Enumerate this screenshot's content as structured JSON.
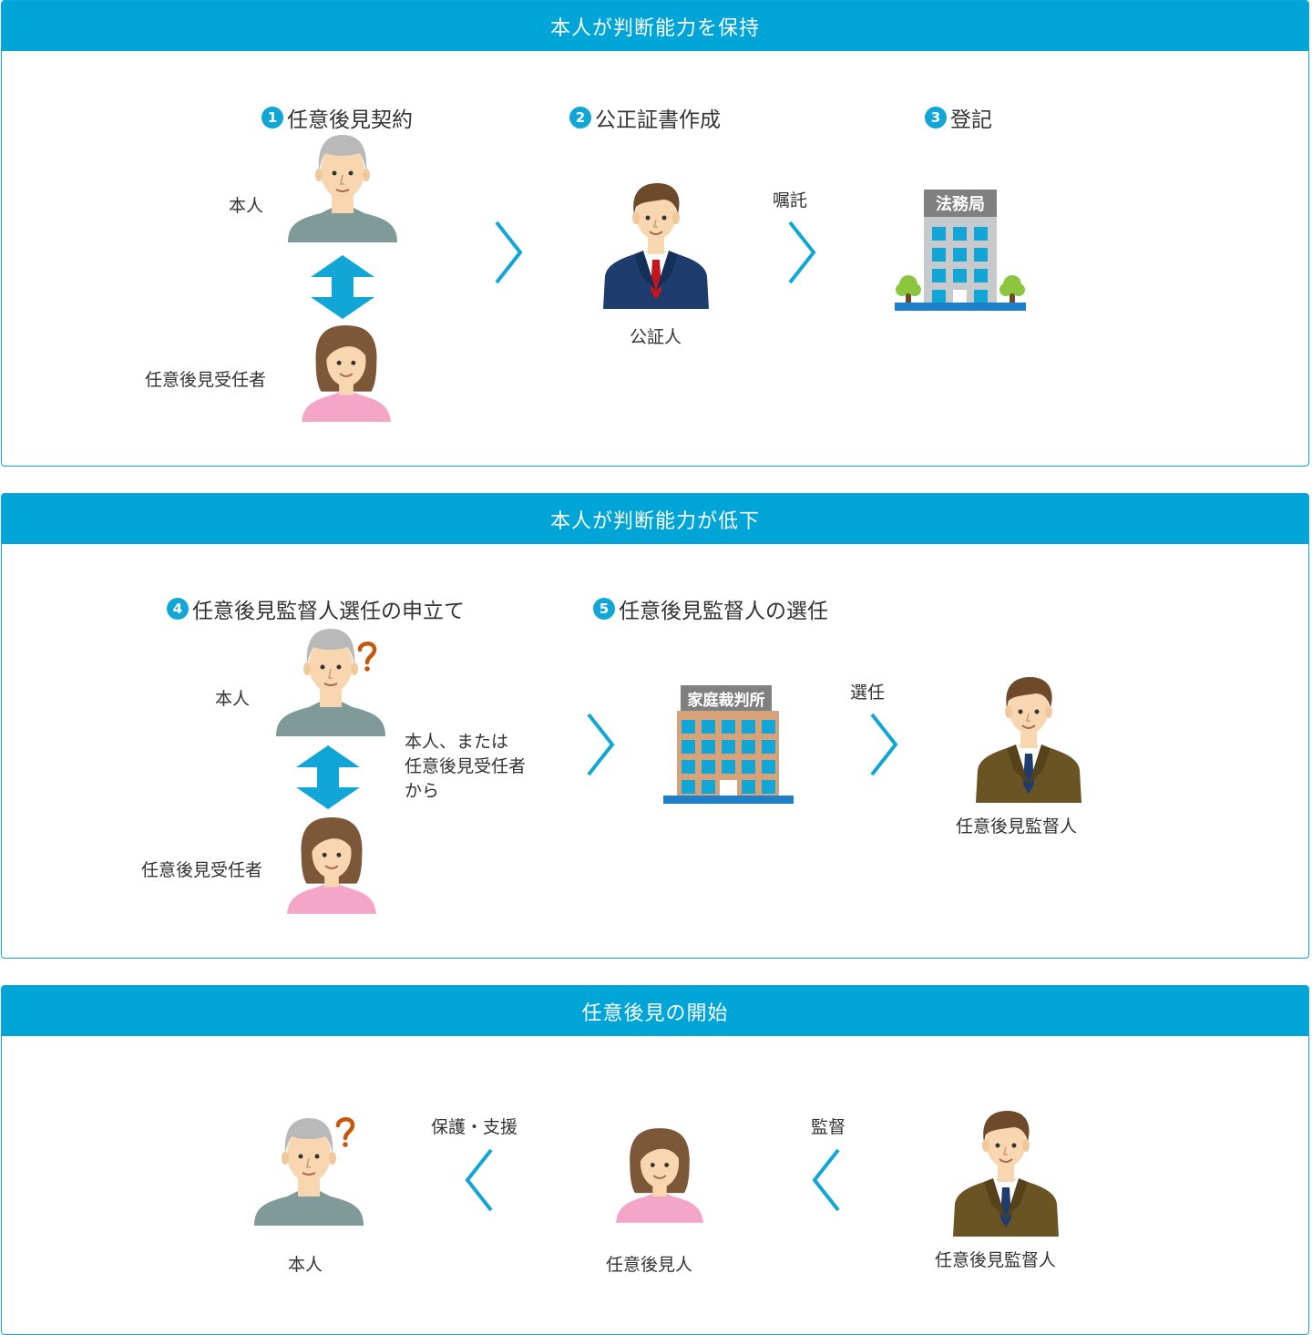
{
  "section1": {
    "title": "本人が判断能力を保持",
    "steps": [
      {
        "num": "1",
        "label": "任意後見契約"
      },
      {
        "num": "2",
        "label": "公正証書作成"
      },
      {
        "num": "3",
        "label": "登記"
      }
    ],
    "person_label": "本人",
    "agent_label": "任意後見受任者",
    "notary_label": "公証人",
    "commission_label": "嘱託",
    "building_sign": "法務局"
  },
  "section2": {
    "title": "本人が判断能力が低下",
    "steps": [
      {
        "num": "4",
        "label": "任意後見監督人選任の申立て"
      },
      {
        "num": "5",
        "label": "任意後見監督人の選任"
      }
    ],
    "person_label": "本人",
    "agent_label": "任意後見受任者",
    "applicant_note": [
      "本人、または",
      "任意後見受任者",
      "から"
    ],
    "court_sign": "家庭裁判所",
    "appoint_label": "選任",
    "supervisor_label": "任意後見監督人"
  },
  "section3": {
    "title": "任意後見の開始",
    "person_label": "本人",
    "guardian_label": "任意後見人",
    "supervisor_label": "任意後見監督人",
    "protect_label": "保護・支援",
    "supervise_label": "監督"
  },
  "colors": {
    "accent": "#00a5d7",
    "arrow": "#12a6d6",
    "elder_body": "#7f9a99",
    "woman_body": "#f4a6c8",
    "suit_navy": "#1e3d6e",
    "suit_brown": "#6b5424",
    "question": "#c8560c"
  }
}
